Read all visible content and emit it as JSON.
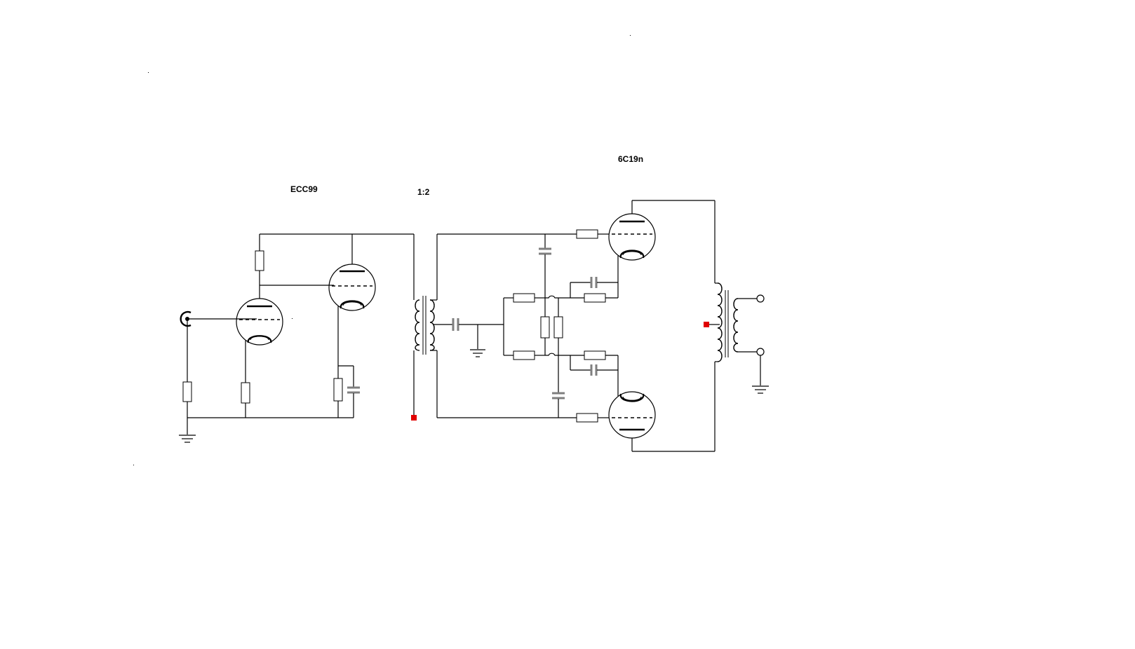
{
  "labels": {
    "first_stage_tube": "ECC99",
    "interstage_ratio": "1:2",
    "output_tube": "6C19n"
  },
  "colors": {
    "wire": "#000000",
    "capacitor": "#7f7f7f",
    "marker": "#e00000",
    "background": "#ffffff"
  }
}
